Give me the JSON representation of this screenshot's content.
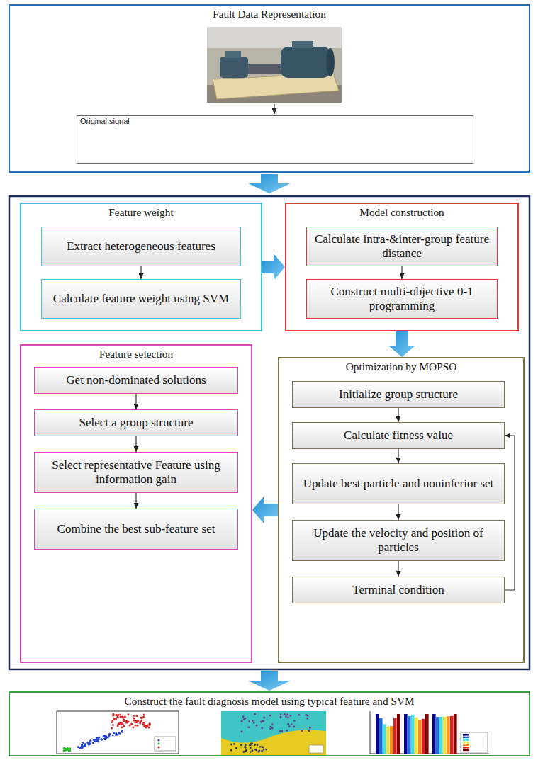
{
  "diagram": {
    "nodes": [
      {
        "text": [
          "Fault Data Representation"
        ]
      },
      {
        "text": [
          "Original signal"
        ],
        "in": 0
      },
      {
        "text": [
          "Feature weight"
        ]
      },
      {
        "text": [
          "Extract heterogeneous features"
        ],
        "in": 2
      },
      {
        "text": [
          "Calculate feature weight using SVM"
        ],
        "in": 2
      },
      {
        "text": [
          "Model construction"
        ]
      },
      {
        "text": [
          "Calculate intra-&inter-group feature distance"
        ],
        "in": 5
      },
      {
        "text": [
          "Construct multi-objective 0-1 programming"
        ],
        "in": 5
      },
      {
        "text": [
          "Feature selection"
        ]
      },
      {
        "text": [
          "Get non-dominated solutions"
        ],
        "in": 8
      },
      {
        "text": [
          "Select a group structure"
        ],
        "in": 8
      },
      {
        "text": [
          "Select representative Feature using information gain"
        ],
        "in": 8
      },
      {
        "text": [
          "Combine the best sub-feature set"
        ],
        "in": 8
      },
      {
        "text": [
          "Optimization by MOPSO"
        ]
      },
      {
        "text": [
          "Initialize group structure"
        ],
        "in": 13
      },
      {
        "text": [
          "Calculate fitness value"
        ],
        "in": 13
      },
      {
        "text": [
          "Update best particle and noninferior set"
        ],
        "in": 13
      },
      {
        "text": [
          "Update the velocity and position of particles"
        ],
        "in": 13
      },
      {
        "text": [
          "Terminal condition"
        ],
        "in": 13
      },
      {
        "text": [
          "Construct the fault diagnosis model using typical feature and SVM"
        ]
      }
    ],
    "edges": [
      {
        "from": 3,
        "to": 4,
        "arrow": "to"
      },
      {
        "from": 6,
        "to": 7,
        "arrow": "to"
      },
      {
        "from": 2,
        "to": 5,
        "arrow": "to"
      },
      {
        "from": 5,
        "to": 13,
        "arrow": "to"
      },
      {
        "from": 9,
        "to": 10,
        "arrow": "to"
      },
      {
        "from": 10,
        "to": 11,
        "arrow": "to"
      },
      {
        "from": 11,
        "to": 12,
        "arrow": "to"
      },
      {
        "from": 13,
        "to": 8,
        "arrow": "to"
      },
      {
        "from": 14,
        "to": 15,
        "arrow": "to"
      },
      {
        "from": 15,
        "to": 16,
        "arrow": "to"
      },
      {
        "from": 16,
        "to": 17,
        "arrow": "to"
      },
      {
        "from": 17,
        "to": 18,
        "arrow": "to"
      },
      {
        "from": 18,
        "to": 15,
        "arrow": "to"
      }
    ]
  }
}
